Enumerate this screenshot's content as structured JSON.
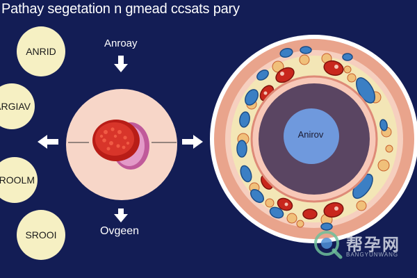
{
  "title": "Pathay segetation n gmead ccsats pary",
  "side_labels": [
    "ANRID",
    "ARGIAV",
    "AROOLM",
    "SROOI"
  ],
  "caption_top": "Anroay",
  "caption_bottom": "Ovgeen",
  "core_label": "Anirov",
  "watermark": {
    "main": "帮孕网",
    "sub": "BANGYUNWANG"
  },
  "colors": {
    "background": "#131d55",
    "label_bubble": "#f6f0c3",
    "cell_pink": "#f7d6c8",
    "ring_outer": "#e9a48c",
    "core_blue": "#6f99dd",
    "core_purple": "#5a4562",
    "red": "#c8271d",
    "blue": "#3b7fc4"
  }
}
